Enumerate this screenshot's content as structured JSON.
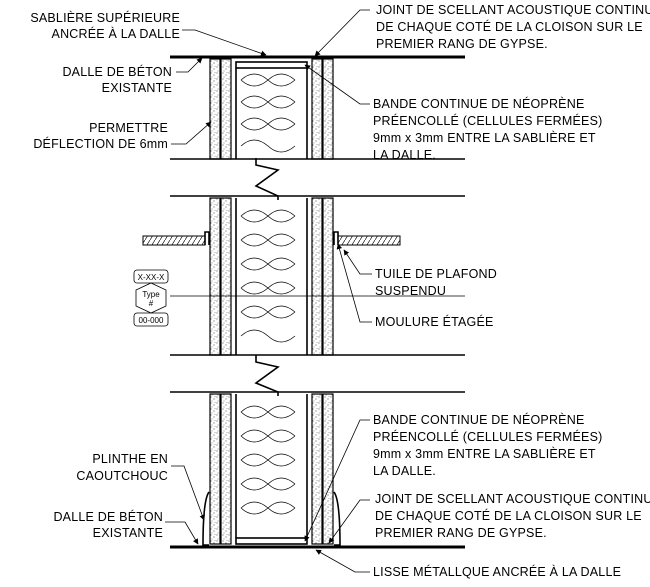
{
  "labels": {
    "top_plate": [
      "SABLIÈRE SUPÉRIEURE",
      "ANCRÉE À LA DALLE"
    ],
    "top_slab": [
      "DALLE DE BÉTON",
      "EXISTANTE"
    ],
    "deflection": [
      "PERMETTRE",
      "DÉFLECTION DE 6mm"
    ],
    "top_sealant": [
      "JOINT DE SCELLANT ACOUSTIQUE CONTINU",
      "DE CHAQUE COTÉ DE LA CLOISON SUR LE",
      "PREMIER RANG DE GYPSE."
    ],
    "top_neoprene": [
      "BANDE CONTINUE DE NÉOPRÈNE",
      "PRÉENCOLLÉ (CELLULES FERMÉES)",
      "9mm x 3mm ENTRE LA SABLIÈRE ET",
      "LA DALLE."
    ],
    "ceiling_tile": [
      "TUILE DE PLAFOND",
      "SUSPENDU"
    ],
    "molding": [
      "MOULURE ÉTAGÉE"
    ],
    "bottom_neoprene": [
      "BANDE CONTINUE DE NÉOPRÈNE",
      "PRÉENCOLLÉ (CELLULES FERMÉES)",
      "9mm x 3mm ENTRE LA SABLIÈRE ET",
      "LA DALLE."
    ],
    "baseboard": [
      "PLINTHE EN",
      "CAOUTCHOUC"
    ],
    "bottom_slab": [
      "DALLE DE BÉTON",
      "EXISTANTE"
    ],
    "bottom_sealant": [
      "JOINT DE SCELLANT ACOUSTIQUE CONTINU",
      "DE CHAQUE COTÉ DE LA CLOISON SUR LE",
      "PREMIER RANG DE GYPSE."
    ],
    "bottom_track": [
      "LISSE MÉTALLQUE ANCRÉE À LA DALLE"
    ]
  },
  "tag": {
    "top": "X-XX-X",
    "middle": [
      "Type",
      "#"
    ],
    "bottom": "00-000"
  }
}
